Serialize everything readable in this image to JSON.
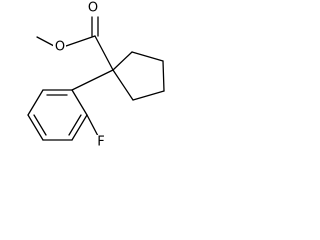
{
  "molecule": {
    "atoms": {
      "carbonyl_oxygen": "O",
      "ester_oxygen": "O",
      "fluorine": "F"
    }
  }
}
